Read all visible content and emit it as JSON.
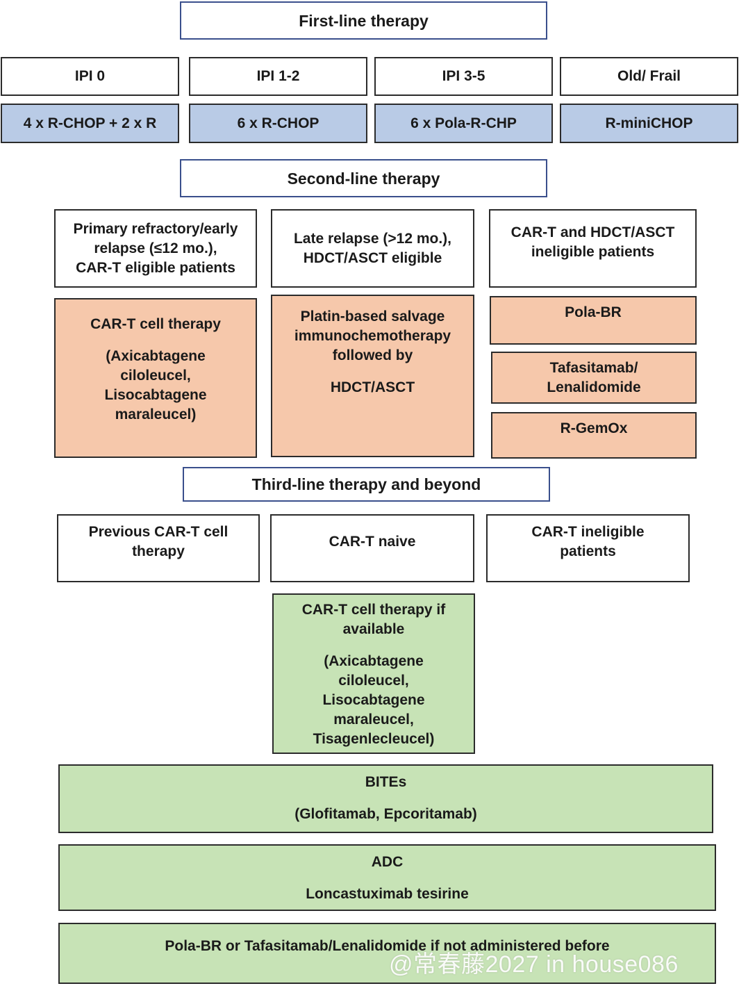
{
  "first_line": {
    "title": "First-line therapy",
    "groups": [
      {
        "label": "IPI 0",
        "regimen": "4 x R-CHOP + 2 x R"
      },
      {
        "label": "IPI 1-2",
        "regimen": "6 x R-CHOP"
      },
      {
        "label": "IPI 3-5",
        "regimen": "6 x Pola-R-CHP"
      },
      {
        "label": "Old/ Frail",
        "regimen": "R-miniCHOP"
      }
    ]
  },
  "second_line": {
    "title": "Second-line therapy",
    "col1": {
      "header": [
        "Primary refractory/early",
        "relapse (≤12 mo.),",
        "CAR-T eligible patients"
      ],
      "treatment_title": "CAR-T cell therapy",
      "treatment_detail": [
        "(Axicabtagene",
        "ciloleucel,",
        "Lisocabtagene",
        "maraleucel)"
      ]
    },
    "col2": {
      "header": [
        "Late relapse (>12 mo.),",
        "HDCT/ASCT eligible"
      ],
      "treatment": [
        "Platin-based salvage",
        "immunochemotherapy",
        "followed by"
      ],
      "treatment_extra": "HDCT/ASCT"
    },
    "col3": {
      "header": [
        "CAR-T and HDCT/ASCT",
        "ineligible patients"
      ],
      "options": [
        [
          "Pola-BR"
        ],
        [
          "Tafasitamab/",
          "Lenalidomide"
        ],
        [
          "R-GemOx"
        ]
      ]
    }
  },
  "third_line": {
    "title": "Third-line therapy and beyond",
    "headers": [
      [
        "Previous CAR-T cell",
        "therapy"
      ],
      [
        "CAR-T naive"
      ],
      [
        "CAR-T ineligible",
        "patients"
      ]
    ],
    "cart": {
      "title": [
        "CAR-T cell therapy if",
        "available"
      ],
      "detail": [
        "(Axicabtagene",
        "ciloleucel,",
        "Lisocabtagene",
        "maraleucel,",
        "Tisagenlecleucel)"
      ]
    },
    "bites": {
      "title": "BITEs",
      "detail": "(Glofitamab, Epcoritamab)"
    },
    "adc": {
      "title": "ADC",
      "detail": "Loncastuximab tesirine"
    },
    "pola": "Pola-BR or Tafasitamab/Lenalidomide if not administered before"
  },
  "watermark": "@常春藤2027 in house086",
  "colors": {
    "header_border": "#3a4f8c",
    "blue_fill": "#b9cbe6",
    "orange_fill": "#f6c8ab",
    "green_fill": "#c7e3b6"
  }
}
